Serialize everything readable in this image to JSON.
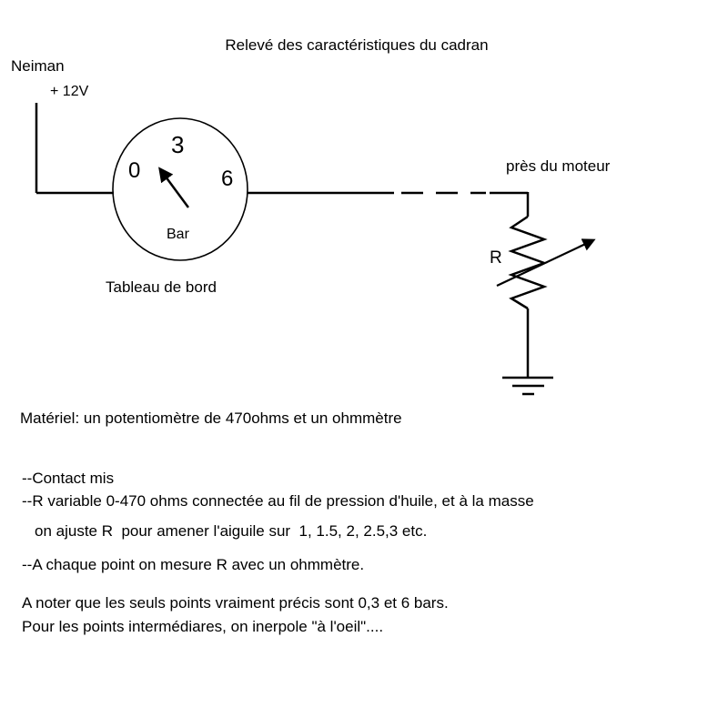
{
  "title": "Relevé des caractéristiques du cadran",
  "diagram": {
    "neiman_label": "Neiman",
    "supply_label": "+ 12V",
    "gauge": {
      "scale_top": "3",
      "scale_left": "0",
      "scale_right": "6",
      "unit": "Bar"
    },
    "dashboard_label": "Tableau de bord",
    "motor_location_label": "près du moteur",
    "resistor_label": "R",
    "line_color": "#000000"
  },
  "notes": {
    "materiel": "Matériel: un potentiomètre de 470ohms et un ohmmètre",
    "contact": "--Contact mis",
    "r_variable": "--R variable 0-470 ohms connectée au fil de pression d'huile, et à la masse",
    "ajuste": "on ajuste R  pour amener l'aiguile sur  1, 1.5, 2, 2.5,3 etc.",
    "mesure": "--A chaque point on mesure R avec un ohmmètre.",
    "precision": "A noter que les seuls points vraiment précis sont 0,3 et 6 bars.",
    "interpolation": "Pour les points intermédiares, on inerpole \"à l'oeil\"...."
  }
}
